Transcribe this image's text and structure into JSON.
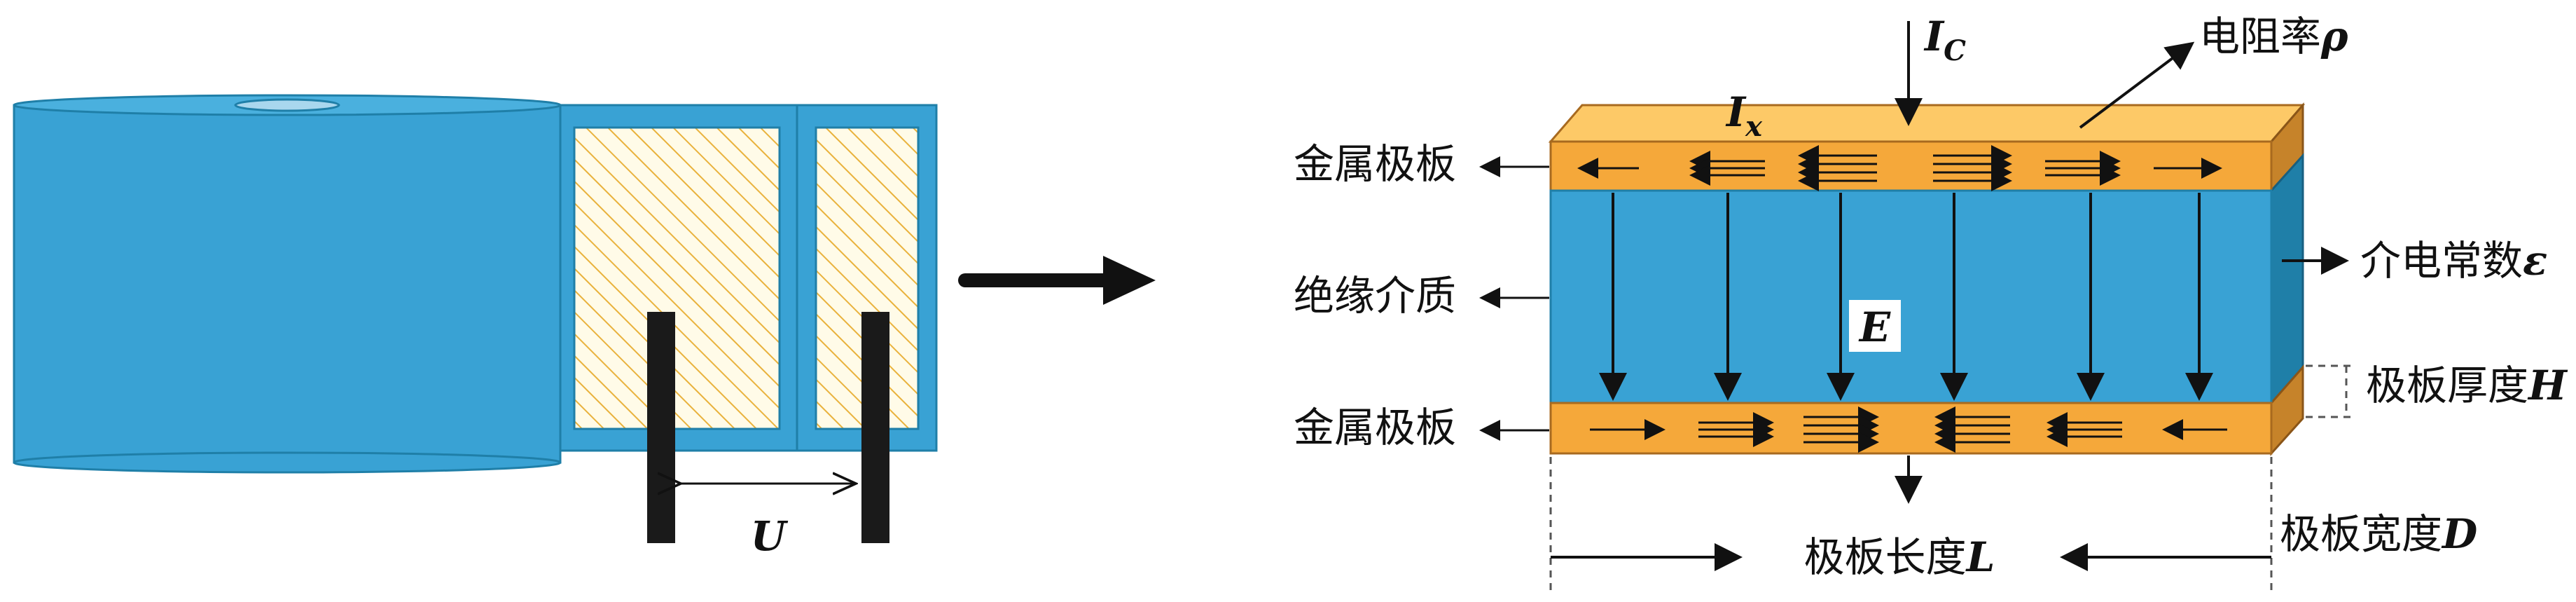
{
  "title": "Film capacitor structure diagram",
  "colors": {
    "dielectric_blue": "#39a2d4",
    "dielectric_dark": "#1f7fa8",
    "electrode_orange": "#f5a83a",
    "electrode_top": "#fdc967",
    "electrode_side": "#c6832a",
    "terminal_black": "#1a1a1a",
    "hatch_yellow": "#e9b23c"
  },
  "left_figure": {
    "voltage_label": "U"
  },
  "right_figure": {
    "labels": {
      "metal_plate_top": "金属极板",
      "insulating_medium": "绝缘介质",
      "metal_plate_bottom": "金属极板",
      "current_c": "I",
      "current_c_sub": "C",
      "current_x": "I",
      "current_x_sub": "x",
      "resistivity": "电阻率",
      "resistivity_symbol": "ρ",
      "permittivity": "介电常数",
      "permittivity_symbol": "ε",
      "field": "E",
      "plate_thickness": "极板厚度",
      "plate_thickness_symbol": "H",
      "plate_width": "极板宽度",
      "plate_width_symbol": "D",
      "plate_length": "极板长度",
      "plate_length_symbol": "L"
    }
  }
}
